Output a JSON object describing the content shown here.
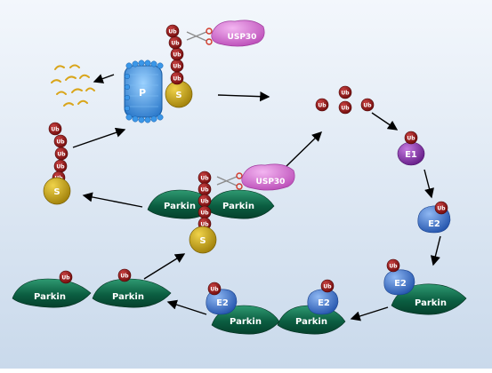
{
  "labels": {
    "ub": "Ub",
    "usp30": "USP30",
    "proteasome": "P",
    "substrate": "S",
    "e1": "E1",
    "e2": "E2",
    "parkin": "Parkin"
  },
  "colors": {
    "background_top": "#f3f7fc",
    "background_bottom": "#c9d9eb",
    "ub": "#8a1010",
    "usp30": "#d36ad1",
    "proteasome": "#2a86d6",
    "substrate": "#c9a70c",
    "e1": "#8a2fb0",
    "e2": "#2a66c8",
    "parkin": "#0e5e43",
    "peptide": "#d9a51a",
    "arrow": "#000000"
  },
  "icons": [
    "scissors-icon",
    "peptide-fragments"
  ]
}
